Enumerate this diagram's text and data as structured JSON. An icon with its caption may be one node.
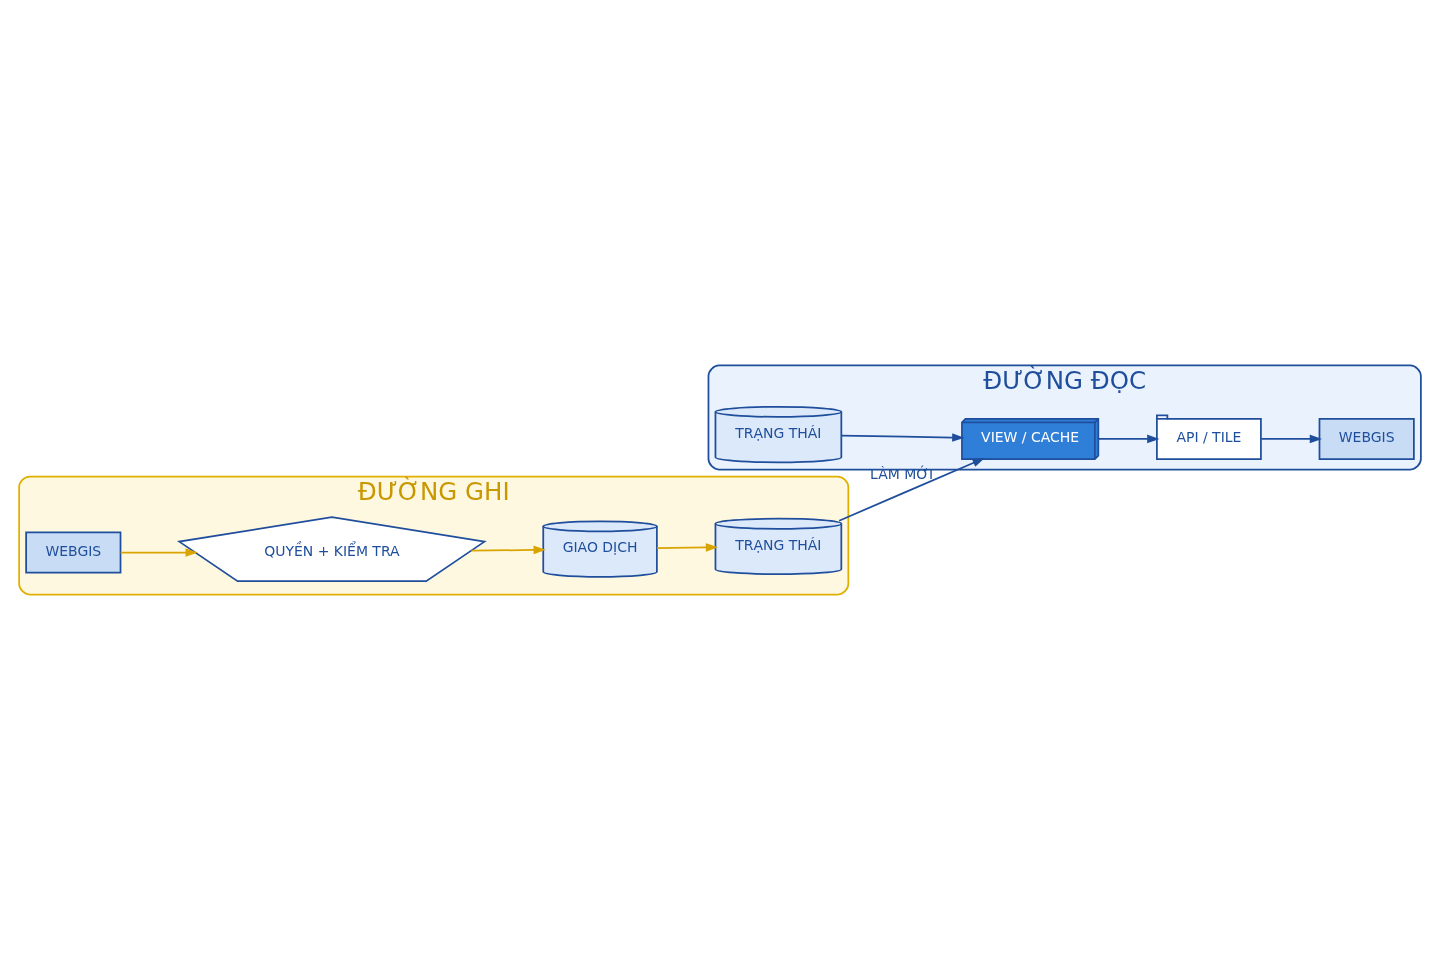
{
  "diagram": {
    "nodes": [
      {
        "text": [
          "ĐƯỜNG ĐỌC"
        ]
      },
      {
        "text": [
          "TRẠNG THÁI"
        ],
        "in": 0
      },
      {
        "text": [
          "VIEW / CACHE"
        ],
        "in": 0
      },
      {
        "text": [
          "API / TILE"
        ],
        "in": 0
      },
      {
        "text": [
          "WEBGIS"
        ],
        "in": 0
      },
      {
        "text": [
          "ĐƯỜNG GHI"
        ]
      },
      {
        "text": [
          "TRẠNG THÁI"
        ],
        "in": 5
      },
      {
        "text": [
          "GIAO DỊCH"
        ],
        "in": 5
      },
      {
        "text": [
          "QUYỀN + KIỂM TRA"
        ],
        "in": 5
      },
      {
        "text": [
          "WEBGIS"
        ],
        "in": 5
      }
    ],
    "edges": [
      {
        "from": 1,
        "to": 2,
        "arrow": "to"
      },
      {
        "from": 2,
        "to": 3,
        "arrow": "to"
      },
      {
        "from": 3,
        "to": 4,
        "arrow": "to"
      },
      {
        "from": 9,
        "to": 8,
        "arrow": "to",
        "color": "#d9a400"
      },
      {
        "from": 8,
        "to": 7,
        "arrow": "to",
        "color": "#d9a400"
      },
      {
        "from": 7,
        "to": 6,
        "arrow": "to",
        "color": "#d9a400"
      },
      {
        "from": 6,
        "to": 2,
        "arrow": "to",
        "label": "LÀM MỚI"
      }
    ]
  }
}
